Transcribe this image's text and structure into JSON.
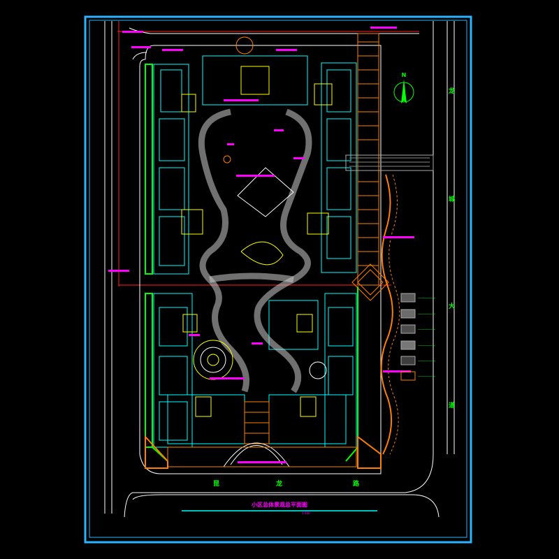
{
  "drawing": {
    "title": "小区总体景观总平面图",
    "scale_note": "1:500",
    "road_bottom": [
      "昆",
      "龙",
      "路"
    ],
    "road_right": [
      "龙",
      "城",
      "大",
      "道"
    ],
    "north_label": "N"
  },
  "legend": {
    "items": [
      {
        "label": "一一一一一"
      },
      {
        "label": "一一一一一"
      },
      {
        "label": "一一一一一"
      },
      {
        "label": "一一一一一"
      },
      {
        "label": "一一一一一"
      },
      {
        "label": "一一一一一"
      }
    ]
  },
  "colors": {
    "background": "#000000",
    "frame": "#2bb3ff",
    "road": "#ffffff",
    "building": "#00ffff",
    "annotation": "#ff00ff",
    "planting": "#00ff00",
    "paving": "#ff7f00",
    "accent": "#ffff00",
    "red_line": "#ff2020"
  }
}
